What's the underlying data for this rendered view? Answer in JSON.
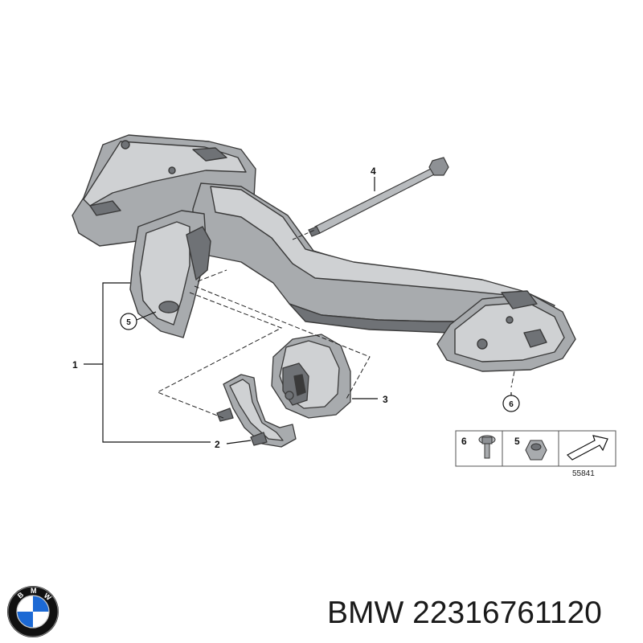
{
  "diagram": {
    "callouts": {
      "c1": "1",
      "c2": "2",
      "c3": "3",
      "c4": "4",
      "c5": "5",
      "c6": "6"
    },
    "legend": {
      "item6": "6",
      "item5": "5",
      "ref_number": "55841"
    }
  },
  "footer": {
    "brand": "BMW",
    "part_number": "22316761120",
    "caption": "BMW 22316761120",
    "logo_letters": "BMW"
  },
  "colors": {
    "part_fill": "#a8abae",
    "part_dark": "#6f7276",
    "part_light": "#cfd1d3",
    "outline": "#3a3a3a",
    "logo_blue": "#1c69d4",
    "logo_ring": "#111111"
  }
}
